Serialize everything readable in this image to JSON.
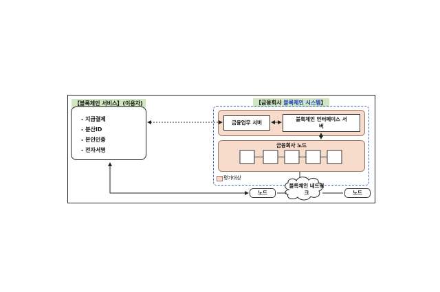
{
  "left_header": {
    "part1": "【블록체인 서비스】",
    "part2": "(이용자)"
  },
  "right_header": {
    "part1": "【금융회사 ",
    "part2": "블록체인 시스템",
    "part3": "】"
  },
  "services": [
    "지급결제",
    "분산ID",
    "본인인증",
    "전자서명"
  ],
  "fin_server": "금융업무 서버",
  "interface_server": "블록체인 인터페이스 서버",
  "node_area_title": "금융회사 노드",
  "legend": "평가대상",
  "network_label": "블록체인 네트워크",
  "left_node": "노드",
  "right_node": "노드",
  "colors": {
    "target_fill": "#f7dccc",
    "header_fill": "#cfe6c0",
    "accent_blue": "#1a3fbf"
  }
}
